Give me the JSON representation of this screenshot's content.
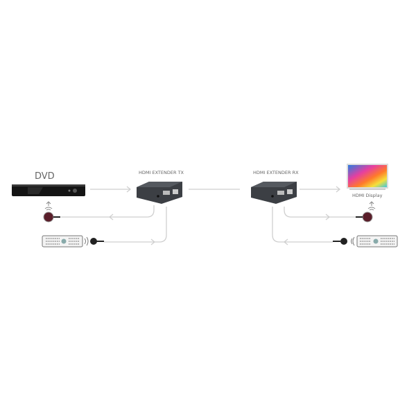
{
  "labels": {
    "dvd": "DVD",
    "tx": "HDMI EXTENDER TX",
    "rx": "HDMI EXTENDER RX",
    "display": "HDMI Display"
  },
  "colors": {
    "line": "#cccccc",
    "device": "#3c3f44",
    "dvd": "#111111",
    "emitter": "#5a1e2a"
  }
}
